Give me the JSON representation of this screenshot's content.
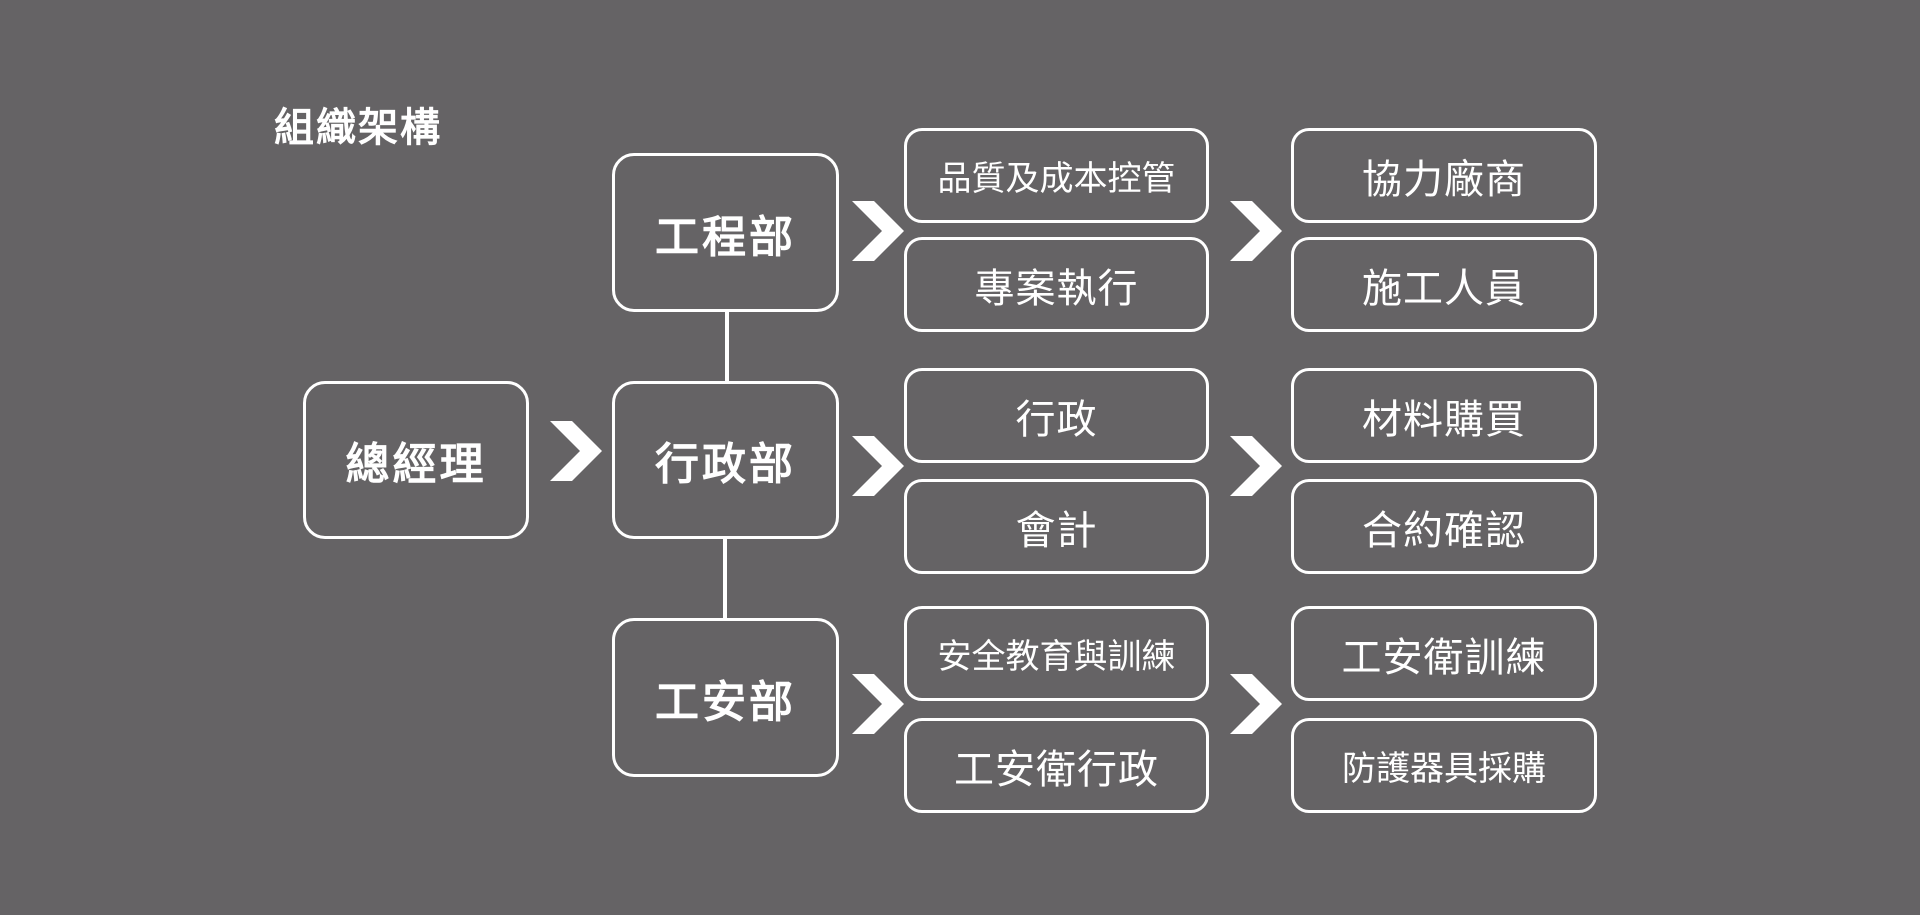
{
  "title": "組織架構",
  "general_manager": "總經理",
  "departments": [
    {
      "name": "工程部",
      "tasks": [
        "品質及成本控管",
        "專案執行"
      ],
      "outputs": [
        "協力廠商",
        "施工人員"
      ]
    },
    {
      "name": "行政部",
      "tasks": [
        "行政",
        "會計"
      ],
      "outputs": [
        "材料購買",
        "合約確認"
      ]
    },
    {
      "name": "工安部",
      "tasks": [
        "安全教育與訓練",
        "工安衛行政"
      ],
      "outputs": [
        "工安衛訓練",
        "防護器具採購"
      ]
    }
  ],
  "icons": {
    "connector": "chevron-right-icon"
  },
  "colors": {
    "background": "#656365",
    "stroke": "#ffffff",
    "text": "#ffffff"
  }
}
